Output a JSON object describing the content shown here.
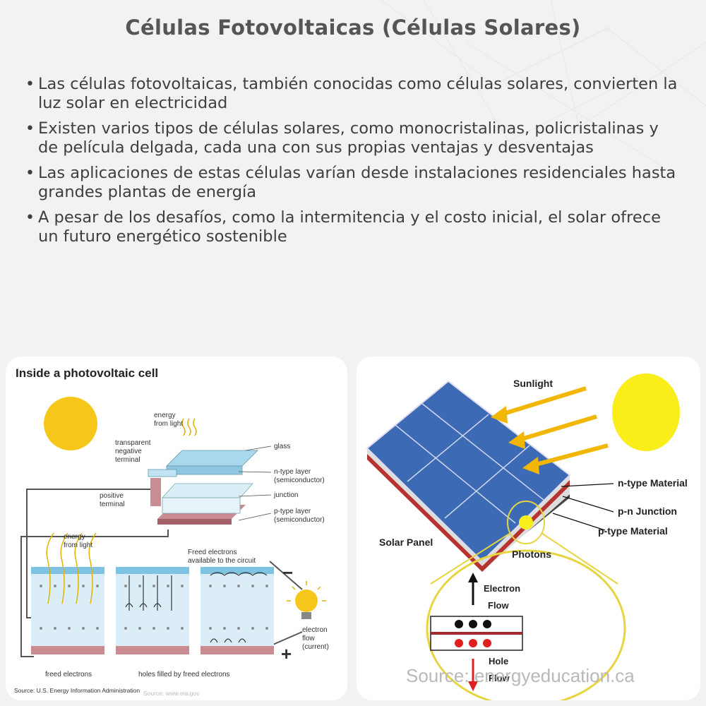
{
  "title": "Células Fotovoltaicas (Células Solares)",
  "bullets": [
    "Las células fotovoltaicas, también conocidas como células solares, convierten la luz solar en electricidad",
    "Existen varios tipos de células solares, como monocristalinas, policristalinas y de película delgada, cada una con sus propias ventajas y desventajas",
    "Las aplicaciones de estas células varían desde instalaciones residenciales hasta grandes plantas de energía",
    "A pesar de los desafíos, como la intermitencia y el costo inicial, el solar ofrece un futuro energético sostenible"
  ],
  "left_diagram": {
    "heading": "Inside a photovoltaic cell",
    "labels": {
      "energy_top_1": "energy",
      "energy_top_2": "from light",
      "neg_1": "transparent",
      "neg_2": "negative",
      "neg_3": "terminal",
      "glass": "glass",
      "ntype_1": "n-type layer",
      "ntype_2": "(semiconductor)",
      "junction": "junction",
      "ptype_1": "p-type layer",
      "ptype_2": "(semiconductor)",
      "pos_1": "positive",
      "pos_2": "terminal",
      "energy_bot_1": "energy",
      "energy_bot_2": "from light",
      "freed_avail_1": "Freed electrons",
      "freed_avail_2": "available to the circuit",
      "minus": "−",
      "plus": "+",
      "eflow_1": "electron",
      "eflow_2": "flow",
      "eflow_3": "(current)",
      "freed_electrons": "freed electrons",
      "holes_filled": "holes filled by freed electrons",
      "source": "Source: U.S. Energy Information Administration",
      "source_web": "Source: www.eia.gov"
    },
    "colors": {
      "sun": "#f7c61a",
      "glass": "#bfe3f2",
      "ptype": "#c98c92",
      "wire": "#555555"
    }
  },
  "right_diagram": {
    "labels": {
      "sunlight": "Sunlight",
      "ntype": "n-type Material",
      "pn": "p-n Junction",
      "ptype": "p-type Material",
      "panel": "Solar Panel",
      "photons": "Photons",
      "electron_1": "Electron",
      "electron_2": "Flow",
      "hole_1": "Hole",
      "hole_2": "Flow",
      "source": "Source: energyeducation.ca"
    },
    "colors": {
      "panel": "#3c6ab4",
      "sun": "#f9ee1a",
      "arrow": "#f2b705",
      "junction": "#a32a2a"
    }
  }
}
